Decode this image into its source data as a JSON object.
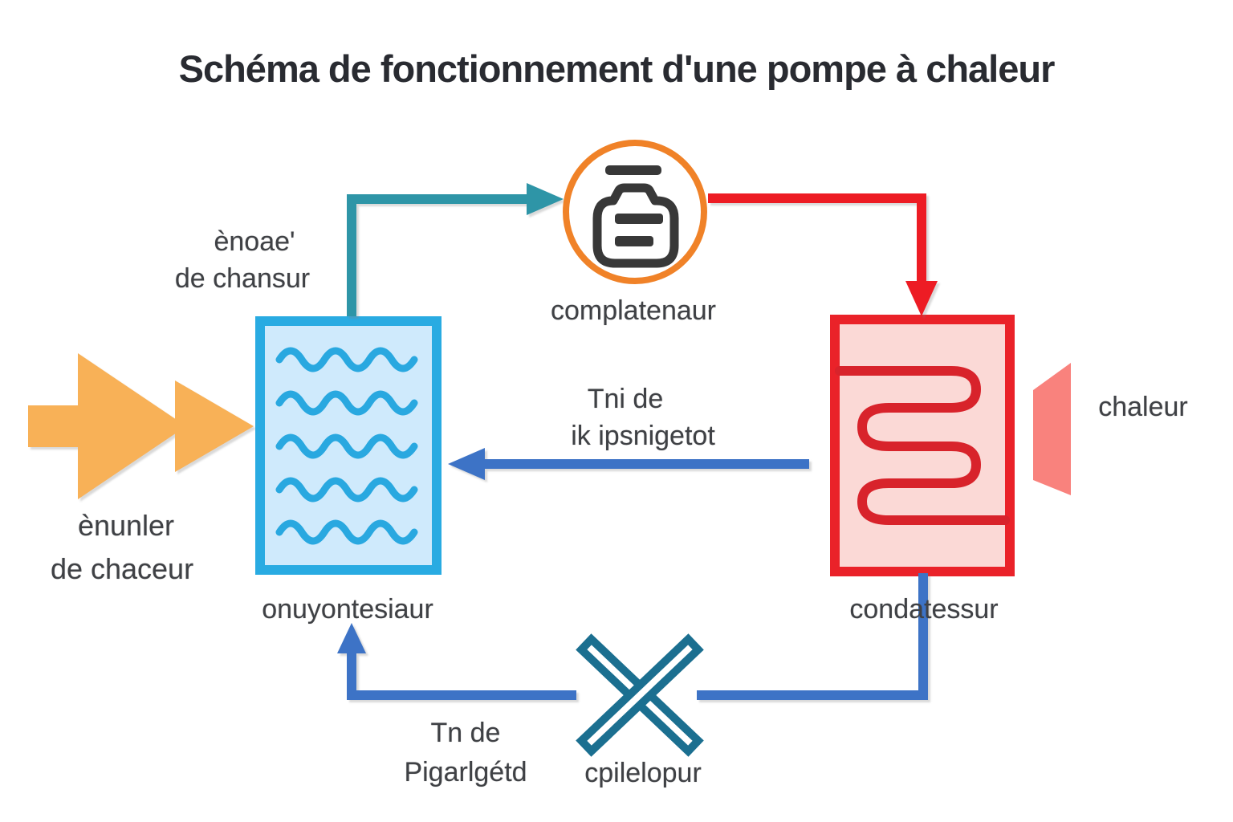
{
  "title": "Schéma de fonctionnement d'une pompe à chaleur",
  "diagram": {
    "compressor": {
      "label": "complatenaur"
    },
    "evaporator": {
      "label": "onuyontesiaur"
    },
    "condenser": {
      "label": "condatessur"
    },
    "heat_output": {
      "label": "chaleur"
    },
    "source_top": {
      "line1": "ènoae'",
      "line2": "de chansur"
    },
    "source_left": {
      "line1": "ènunler",
      "line2": "de chaceur"
    },
    "refrigerant_flow": {
      "line1": "Tni de",
      "line2": "ik ipsnigetot"
    },
    "expansion": {
      "line1": "Tn de",
      "line2": "Pigarlgétd"
    },
    "valve": {
      "label": "cpilelopur"
    }
  },
  "colors": {
    "title_text": "#292b31",
    "label_text": "#3f4145",
    "orange_ring": "#f08228",
    "icon_dark": "#383838",
    "teal_arrow": "#2e95a7",
    "red_arrow": "#ed1c24",
    "coil_red": "#d8232b",
    "evap_border": "#29abe2",
    "evap_fill": "#cfeafc",
    "wave_blue": "#29a8e0",
    "cond_border": "#ea2229",
    "cond_fill": "#fbd9d6",
    "blue_arrow": "#3d73c6",
    "valve_teal": "#1b6f90",
    "heat_source_orange": "#f8b157",
    "heat_output_pink": "#f9827d"
  }
}
